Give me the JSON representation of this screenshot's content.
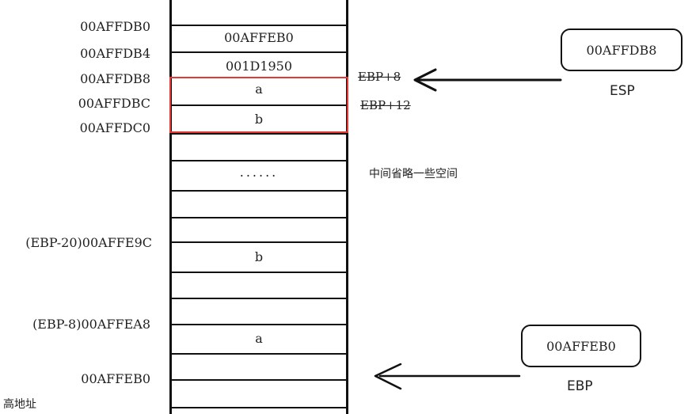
{
  "addresses": {
    "a1": "00AFFDB0",
    "a2": "00AFFDB4",
    "a3": "00AFFDB8",
    "a4": "00AFFDBC",
    "a5": "00AFFDC0",
    "a6": "(EBP-20)00AFFE9C",
    "a7": "(EBP-8)00AFFEA8",
    "a8": "00AFFEB0",
    "bottom_label": "高地址"
  },
  "cells": {
    "c1": "00AFFEB0",
    "c2": "001D1950",
    "c3": "a",
    "c4": "b",
    "c5": "......",
    "c6": "b",
    "c7": "a"
  },
  "notes": {
    "ebp_plus_8": "EBP+8",
    "ebp_plus_12": "EBP+12",
    "omitted": "中间省略一些空间"
  },
  "registers": {
    "esp_value": "00AFFDB8",
    "esp_label": "ESP",
    "ebp_value": "00AFFEB0",
    "ebp_label": "EBP"
  },
  "colors": {
    "highlight": "#e53935",
    "ink": "#111111"
  }
}
